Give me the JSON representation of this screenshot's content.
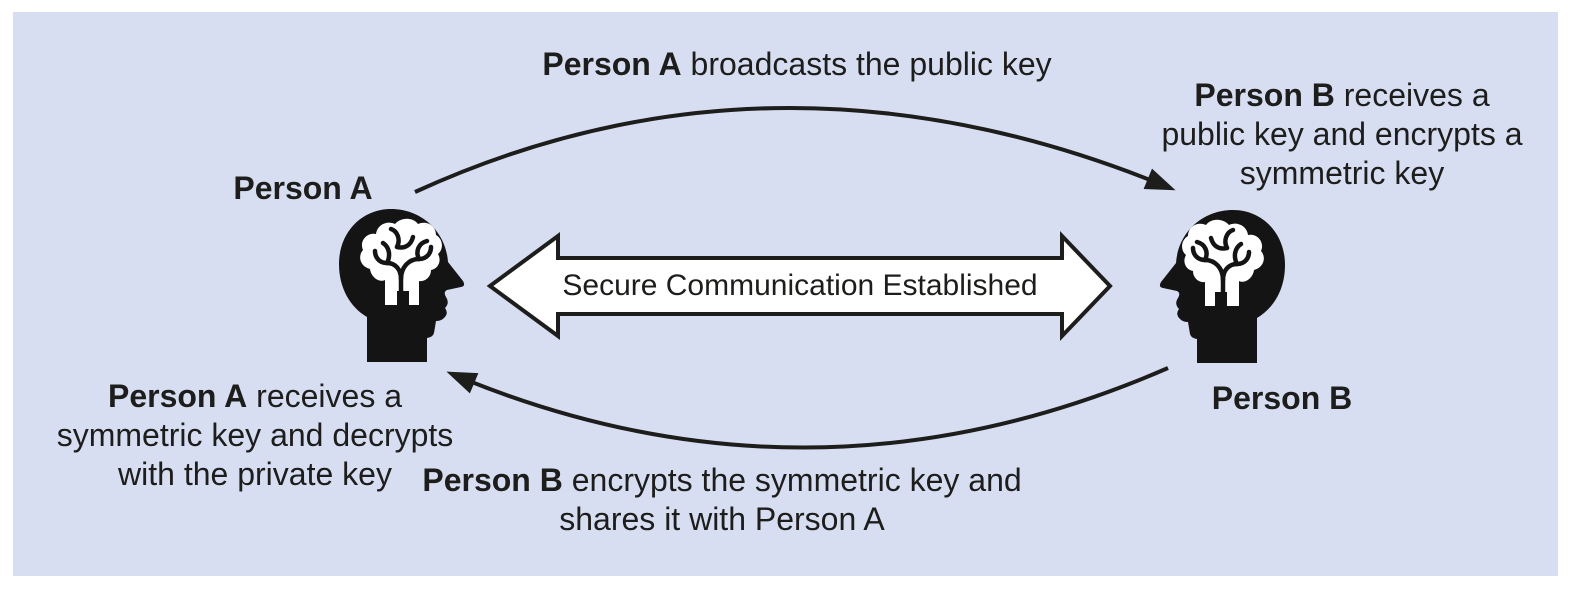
{
  "colors": {
    "panel_background": "#d7def1",
    "ink": "#1d1d1b",
    "icon_black": "#141414",
    "channel_arrow_fill": "#ffffff"
  },
  "nodes": {
    "person_a": {
      "label": "Person A",
      "icon": "head-brain-icon"
    },
    "person_b": {
      "label": "Person B",
      "icon": "head-brain-icon"
    }
  },
  "center_arrow": {
    "label": "Secure Communication Established",
    "type": "double-headed-arrow"
  },
  "annotations": {
    "broadcast": {
      "bold": "Person A",
      "rest": " broadcasts the public key"
    },
    "receive_public": {
      "line1_bold": "Person B",
      "line1_rest": " receives a",
      "line2": "public key and encrypts a",
      "line3": "symmetric key"
    },
    "receive_symmetric": {
      "line1_bold": "Person A",
      "line1_rest": " receives a",
      "line2": "symmetric key and decrypts",
      "line3": "with the private key"
    },
    "share_symmetric": {
      "line1_bold": "Person B",
      "line1_rest": " encrypts the symmetric key and",
      "line2": "shares it with Person A"
    }
  }
}
